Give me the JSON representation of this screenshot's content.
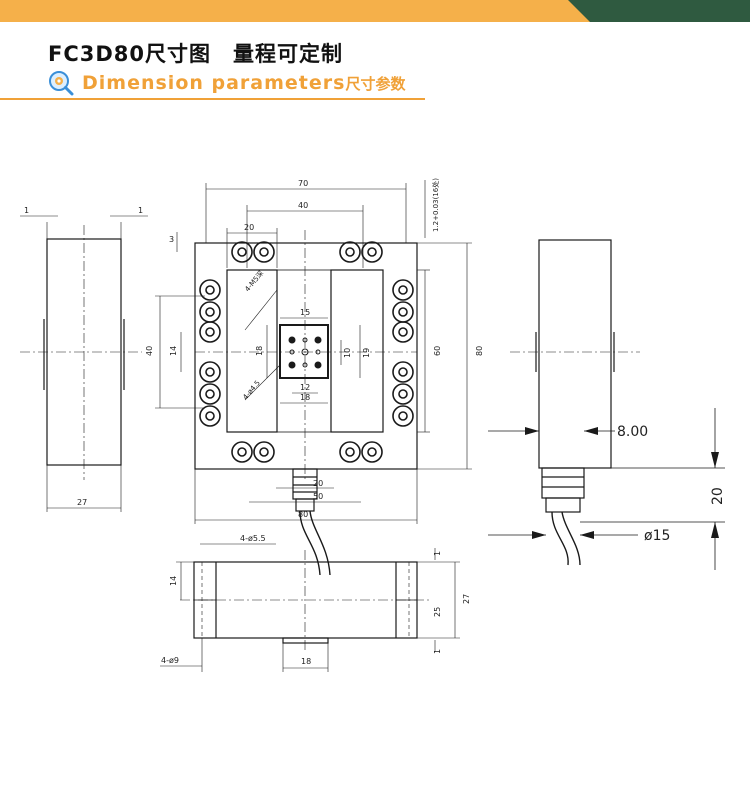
{
  "header": {
    "title_model": "FC3D80尺寸图",
    "title_range": "量程可定制",
    "subtitle_en": "Dimension parameters",
    "subtitle_cn": "尺寸参数"
  },
  "colors": {
    "accent_orange": "#f5b04a",
    "accent_green": "#2f5a40",
    "line": "#1a1a1a"
  },
  "icons": {
    "title_icon": "gear-magnifier-icon"
  },
  "drawing": {
    "left_view": {
      "top_1a": "1",
      "top_1b": "1",
      "bottom_27": "27"
    },
    "front_view": {
      "top_70": "70",
      "top_40": "40",
      "top_20": "20",
      "left_3": "3",
      "m5_note": "4-M5深",
      "d4_note": "4-ø4.5",
      "dim_15": "15",
      "dim_12": "12",
      "dim_18a": "18",
      "dim_18b": "18",
      "dim_10": "10",
      "dim_19": "19",
      "dim_14": "14",
      "dim_40": "40",
      "dim_60": "60",
      "dim_80": "80",
      "tol_note": "1.2+0.03(16处)",
      "bottom_20": "20",
      "bottom_50": "50",
      "bottom_80": "80"
    },
    "right_view": {
      "d_800": "8.00",
      "d_20": "20",
      "d_15": "ø15"
    },
    "bottom_view": {
      "note_55": "4-ø5.5",
      "note_9": "4-ø9",
      "dim_14": "14",
      "dim_27": "27",
      "dim_25": "25",
      "dim_1a": "1",
      "dim_1b": "1",
      "dim_18": "18"
    }
  }
}
